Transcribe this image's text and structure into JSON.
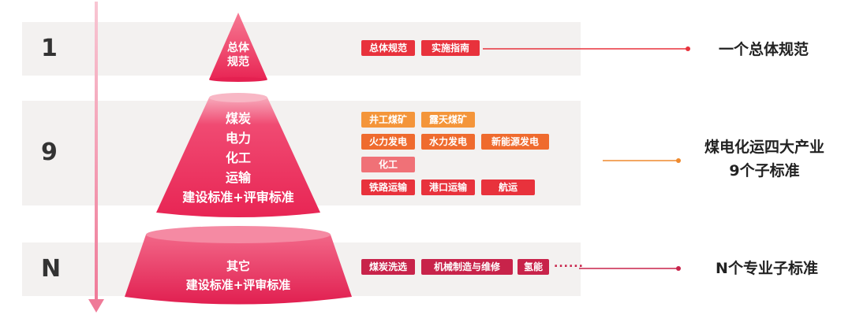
{
  "tiers": [
    {
      "number": "1",
      "shape_lines": [
        "总体",
        "规范"
      ],
      "tags": [
        {
          "label": "总体规范",
          "color": "red"
        },
        {
          "label": "实施指南",
          "color": "red"
        }
      ],
      "right_label_lines": [
        "一个总体规范"
      ]
    },
    {
      "number": "9",
      "shape_lines": [
        "煤炭",
        "电力",
        "化工",
        "运输",
        "建设标准+评审标准"
      ],
      "tags": [
        {
          "label": "井工煤矿",
          "color": "amber"
        },
        {
          "label": "露天煤矿",
          "color": "amber"
        },
        {
          "label": "火力发电",
          "color": "orange"
        },
        {
          "label": "水力发电",
          "color": "orange"
        },
        {
          "label": "新能源发电",
          "color": "orange"
        },
        {
          "label": "化工",
          "color": "pink"
        },
        {
          "label": "铁路运输",
          "color": "red"
        },
        {
          "label": "港口运输",
          "color": "red"
        },
        {
          "label": "航运",
          "color": "red"
        }
      ],
      "right_label_lines": [
        "煤电化运四大产业",
        "9个子标准"
      ]
    },
    {
      "number": "N",
      "shape_lines": [
        "其它",
        "建设标准+评审标准"
      ],
      "tags": [
        {
          "label": "煤炭洗选",
          "color": "crimson"
        },
        {
          "label": "机械制造与维修",
          "color": "crimson"
        },
        {
          "label": "氢能",
          "color": "crimson"
        }
      ],
      "more": "......",
      "right_label_lines": [
        "N个专业子标准"
      ]
    }
  ],
  "colors": {
    "band": "#f3f1f0",
    "arrow": "#f08fa8",
    "shape_top": "#f45878",
    "shape_bottom": "#e82554",
    "connector_red": "#e8323c",
    "connector_orange": "#ef8a2e",
    "connector_crimson": "#c8234a"
  }
}
